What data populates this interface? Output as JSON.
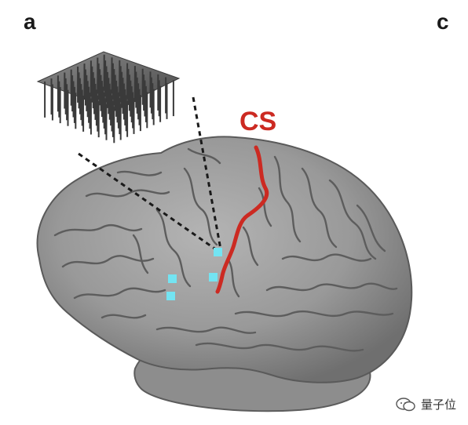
{
  "panels": {
    "left_label": "a",
    "right_label": "c"
  },
  "annotation": {
    "sulcus_label": "CS",
    "sulcus_color": "#cc2a22"
  },
  "electrodes": {
    "color": "#73e4f2"
  },
  "brain": {
    "fill_color": "#9a9a9a",
    "shadow_color": "#6e6e6e"
  },
  "watermark": {
    "text": "量子位",
    "icon": "wechat-bubble-icon"
  }
}
